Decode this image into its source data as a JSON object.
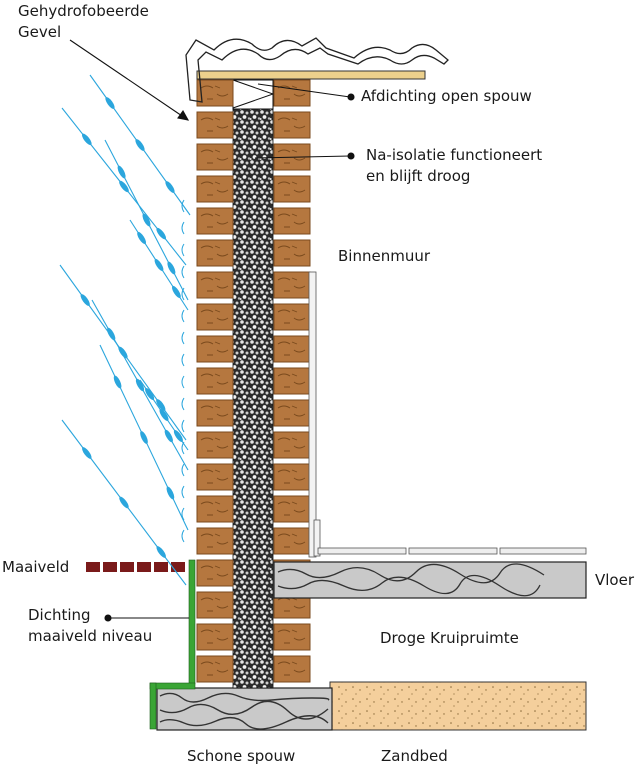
{
  "labels": {
    "gevel": [
      "Gehydrofobeerde",
      "Gevel"
    ],
    "afdichting": "Afdichting open spouw",
    "na_isolatie": [
      "Na-isolatie functioneert",
      "en blijft droog"
    ],
    "binnenmuur": "Binnenmuur",
    "maaiveld": "Maaiveld",
    "vloer": "Vloer",
    "dichting": [
      "Dichting",
      "maaiveld niveau"
    ],
    "kruipruimte": "Droge Kruipruimte",
    "schone_spouw": "Schone spouw",
    "zandbed": "Zandbed"
  },
  "colors": {
    "brick": "#b5773f",
    "brick_dark": "#7a4a1d",
    "rain": "#2ba6dd",
    "seal": "#3aa535",
    "maaiveld": "#7a1a1a",
    "sand": "#f4cf9c",
    "concrete": "#c8c8c8",
    "coping": "#ecd08c"
  }
}
